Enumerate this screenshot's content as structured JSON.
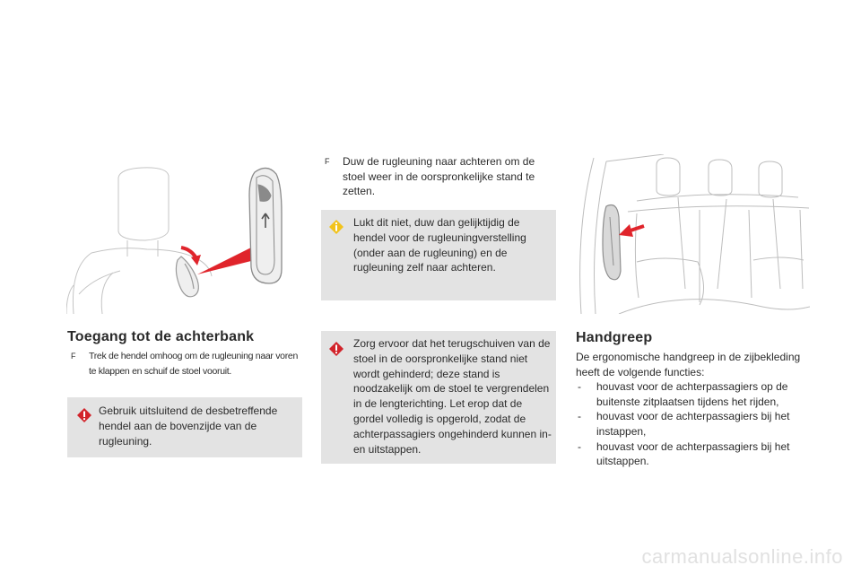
{
  "left": {
    "title": "Toegang tot de achterbank",
    "bullet_mark": "F",
    "bullet_text": "Trek de hendel omhoog om de rugleuning naar voren te klappen en schuif de stoel vooruit.",
    "note": "Gebruik uitsluitend de desbetreffende hendel aan de bovenzijde van de rugleuning.",
    "note_icon": "warning-icon"
  },
  "middle": {
    "bullet_mark": "F",
    "bullet_text": "Duw de rugleuning naar achteren om de stoel weer in de oorspronkelijke stand te zetten.",
    "info_note": "Lukt dit niet, duw dan gelijktijdig de hendel voor de rugleuningverstelling (onder aan de rugleuning) en de rugleuning zelf naar achteren.",
    "info_icon": "info-icon",
    "warning_note": "Zorg ervoor dat het terugschuiven van de stoel in de oorspronkelijke stand niet wordt gehinderd; deze stand is noodzakelijk om de stoel te vergrendelen in de lengterichting. Let erop dat de gordel volledig is opgerold, zodat de achterpassagiers ongehinderd kunnen in- en uitstappen.",
    "warning_icon": "warning-icon"
  },
  "right": {
    "title": "Handgreep",
    "intro": "De ergonomische handgreep in de zijbekleding heeft de volgende functies:",
    "items": [
      "houvast voor de achterpassagiers op de buitenste zitplaatsen tijdens het rijden,",
      "houvast voor de achterpassagiers bij het instappen,",
      "houvast voor de achterpassagiers bij het uitstappen."
    ],
    "dash": "-"
  },
  "watermark": "carmanualsonline.info",
  "colors": {
    "note_background": "#e3e3e3",
    "warning_red": "#d2232a",
    "info_yellow": "#f2c31b",
    "arrow_red": "#e0242b"
  }
}
